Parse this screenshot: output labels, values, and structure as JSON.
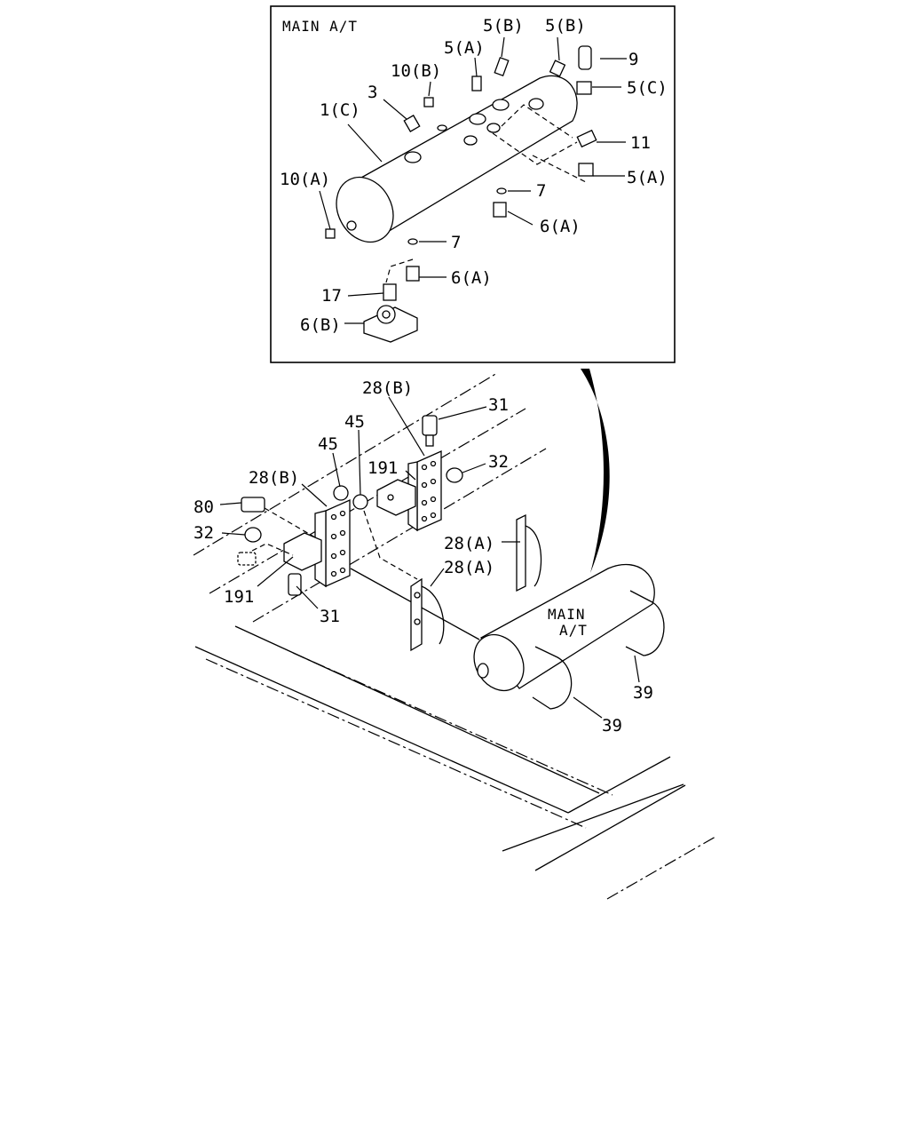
{
  "inset": {
    "title": "MAIN A/T",
    "labels": [
      {
        "id": "i-5b-1",
        "text": "5(B)"
      },
      {
        "id": "i-5b-2",
        "text": "5(B)"
      },
      {
        "id": "i-5a-1",
        "text": "5(A)"
      },
      {
        "id": "i-9",
        "text": "9"
      },
      {
        "id": "i-10b",
        "text": "10(B)"
      },
      {
        "id": "i-5c",
        "text": "5(C)"
      },
      {
        "id": "i-3",
        "text": "3"
      },
      {
        "id": "i-1c",
        "text": "1(C)"
      },
      {
        "id": "i-11",
        "text": "11"
      },
      {
        "id": "i-5a-2",
        "text": "5(A)"
      },
      {
        "id": "i-10a",
        "text": "10(A)"
      },
      {
        "id": "i-7-1",
        "text": "7"
      },
      {
        "id": "i-6a-1",
        "text": "6(A)"
      },
      {
        "id": "i-7-2",
        "text": "7"
      },
      {
        "id": "i-6a-2",
        "text": "6(A)"
      },
      {
        "id": "i-17",
        "text": "17"
      },
      {
        "id": "i-6b",
        "text": "6(B)"
      }
    ]
  },
  "main": {
    "tank_label_line1": "MAIN",
    "tank_label_line2": "A/T",
    "labels": [
      {
        "id": "m-28b-1",
        "text": "28(B)"
      },
      {
        "id": "m-31-1",
        "text": "31"
      },
      {
        "id": "m-45-1",
        "text": "45"
      },
      {
        "id": "m-45-2",
        "text": "45"
      },
      {
        "id": "m-191-1",
        "text": "191"
      },
      {
        "id": "m-32-1",
        "text": "32"
      },
      {
        "id": "m-28b-2",
        "text": "28(B)"
      },
      {
        "id": "m-80",
        "text": "80"
      },
      {
        "id": "m-32-2",
        "text": "32"
      },
      {
        "id": "m-28a-1",
        "text": "28(A)"
      },
      {
        "id": "m-28a-2",
        "text": "28(A)"
      },
      {
        "id": "m-191-2",
        "text": "191"
      },
      {
        "id": "m-31-2",
        "text": "31"
      },
      {
        "id": "m-39-1",
        "text": "39"
      },
      {
        "id": "m-39-2",
        "text": "39"
      }
    ]
  }
}
